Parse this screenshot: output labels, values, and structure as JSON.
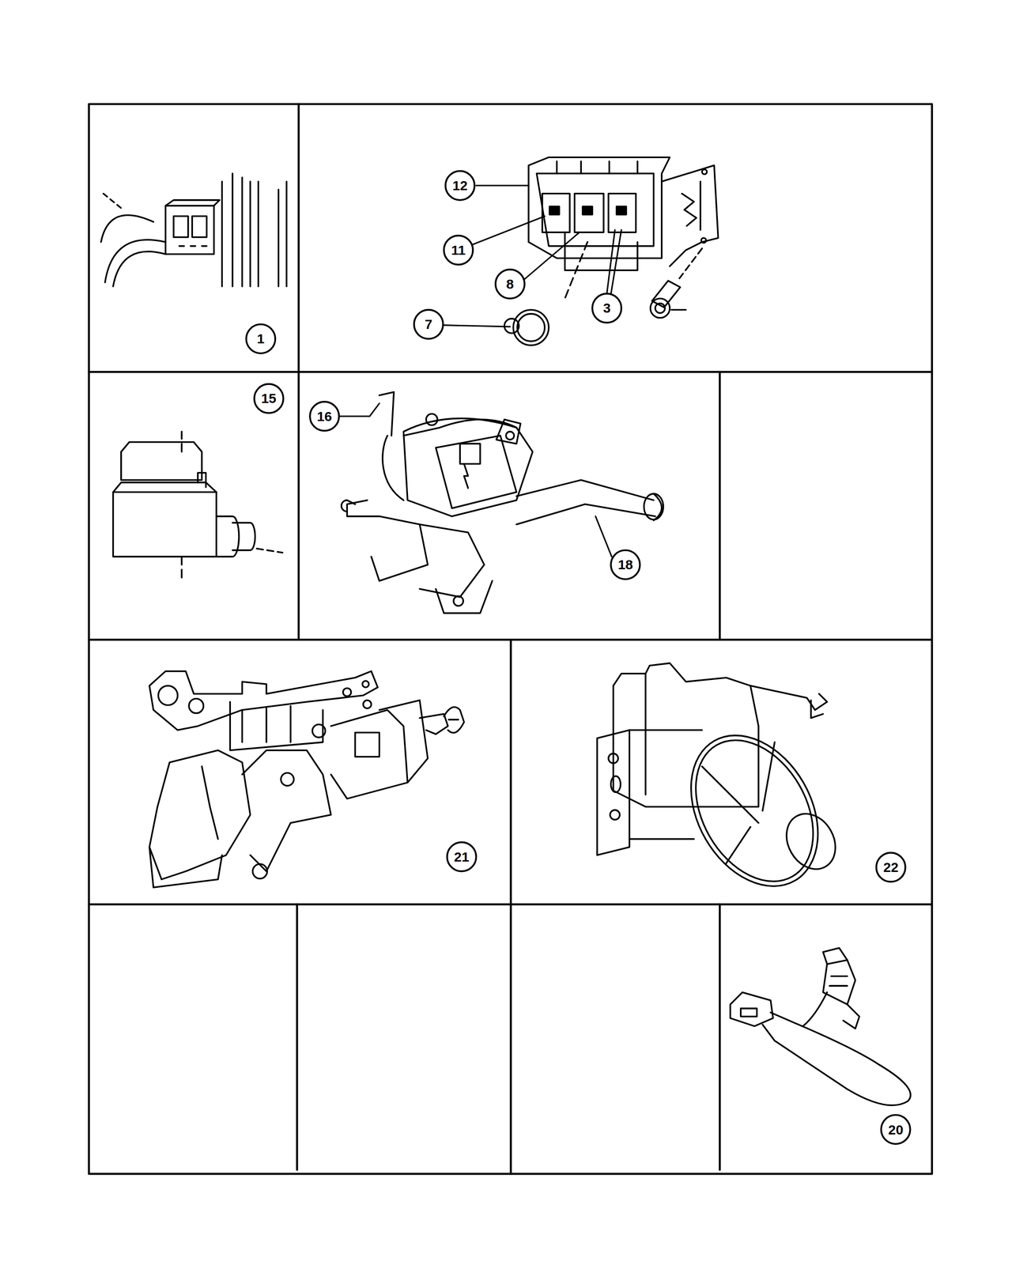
{
  "diagram": {
    "labels": [
      "12",
      "11",
      "8",
      "3",
      "7",
      "1",
      "15",
      "16",
      "18",
      "21",
      "22",
      "20"
    ]
  }
}
